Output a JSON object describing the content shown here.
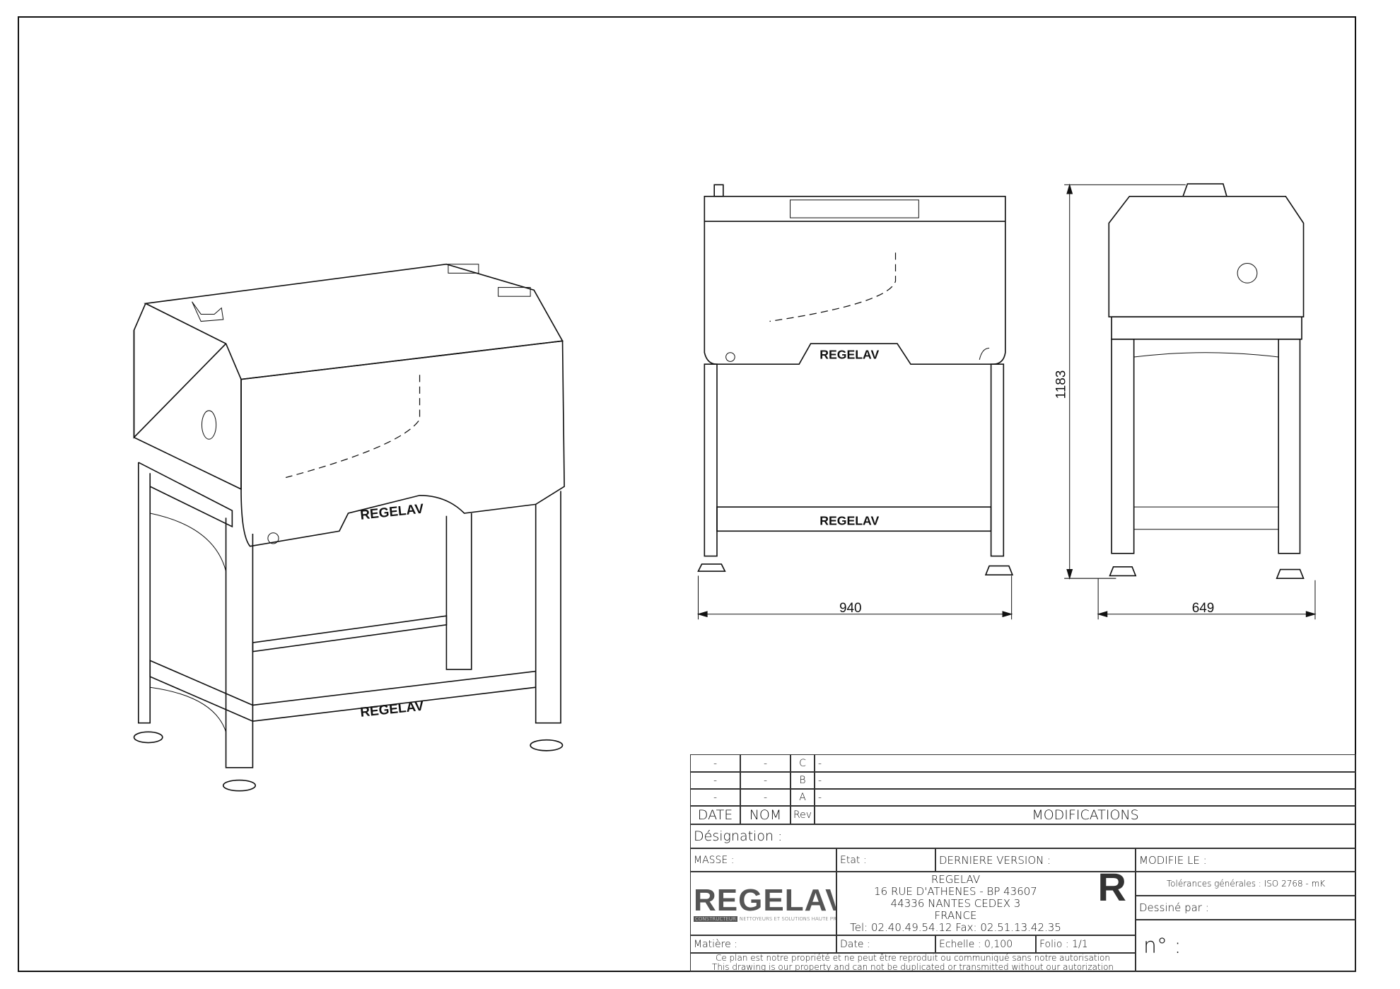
{
  "drawing": {
    "brand_plate": "REGELAV",
    "dimensions": {
      "width_front": "940",
      "depth_side": "649",
      "height": "1183"
    }
  },
  "revisions": {
    "rows": [
      {
        "date": "-",
        "nom": "-",
        "rev": "C",
        "modif": "-"
      },
      {
        "date": "-",
        "nom": "-",
        "rev": "B",
        "modif": "-"
      },
      {
        "date": "-",
        "nom": "-",
        "rev": "A",
        "modif": "-"
      }
    ],
    "headers": {
      "date": "DATE",
      "nom": "NOM",
      "rev": "Rev",
      "modif": "MODIFICATIONS"
    }
  },
  "title_block": {
    "designation": "Désignation :",
    "masse": "MASSE :",
    "etat": "Etat :",
    "derniere_version": "DERNIERE VERSION :",
    "modifie_le": "MODIFIE LE :",
    "logo_word": "REGELAV",
    "logo_tag1": "CONSTRUCTEUR",
    "logo_tag2": "NETTOYEURS ET SOLUTIONS HAUTE PRESSION",
    "company": "REGELAV",
    "address1": "16 RUE D'ATHENES - BP 43607",
    "address2": "44336 NANTES CEDEX 3",
    "country": "FRANCE",
    "phone": "Tel:   02.40.49.54.12  Fax:  02.51.13.42.35",
    "mark": "R",
    "tolerances": "Tolérances générales : ISO 2768 - mK",
    "dessine_par": "Dessiné par :",
    "matiere": "Matière :",
    "date": "Date :",
    "echelle": "Echelle : 0,100",
    "folio": "Folio : 1/1",
    "numero": "n° :",
    "legal_fr": "Ce plan est notre propriété et ne peut être reproduit ou communiqué sans notre autorisation",
    "legal_en": "This drawing is our property and can not be duplicated or transmitted without our autorization"
  }
}
